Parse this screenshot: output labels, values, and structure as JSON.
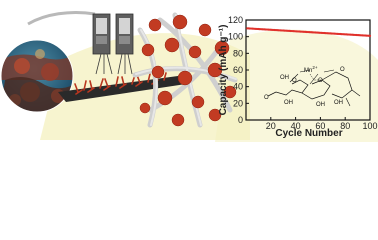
{
  "chart_data": {
    "type": "scatter",
    "xlabel": "Cycle Number",
    "ylabel": "Capacity (mAh g⁻¹)",
    "xlim": [
      0,
      100
    ],
    "ylim": [
      0,
      120
    ],
    "x_ticks": [
      "20",
      "40",
      "60",
      "80",
      "100"
    ],
    "y_ticks": [
      "0",
      "20",
      "40",
      "60",
      "80",
      "100",
      "120"
    ],
    "series": [
      {
        "color": "#e0302a",
        "x_start": 1,
        "x_end": 100,
        "y_start": 110,
        "y_end": 101
      }
    ],
    "grid": false
  },
  "inset": {
    "metal_label": "Mn",
    "metal_charge": "2+",
    "hydroxyl_labels": [
      "OH",
      "OH",
      "OH",
      "OH"
    ],
    "ring_oxygen_labels": [
      "O",
      "O",
      "O",
      "O"
    ]
  },
  "colors": {
    "series": "#e0302a",
    "glow": "#f3efb2",
    "fiber": "#d8d8d8",
    "particle": "#c23b22",
    "battery": "#6a6a6a",
    "tray": "#2b2b2b",
    "seaweed": "#b83a24",
    "water": "#2d6e8e"
  }
}
